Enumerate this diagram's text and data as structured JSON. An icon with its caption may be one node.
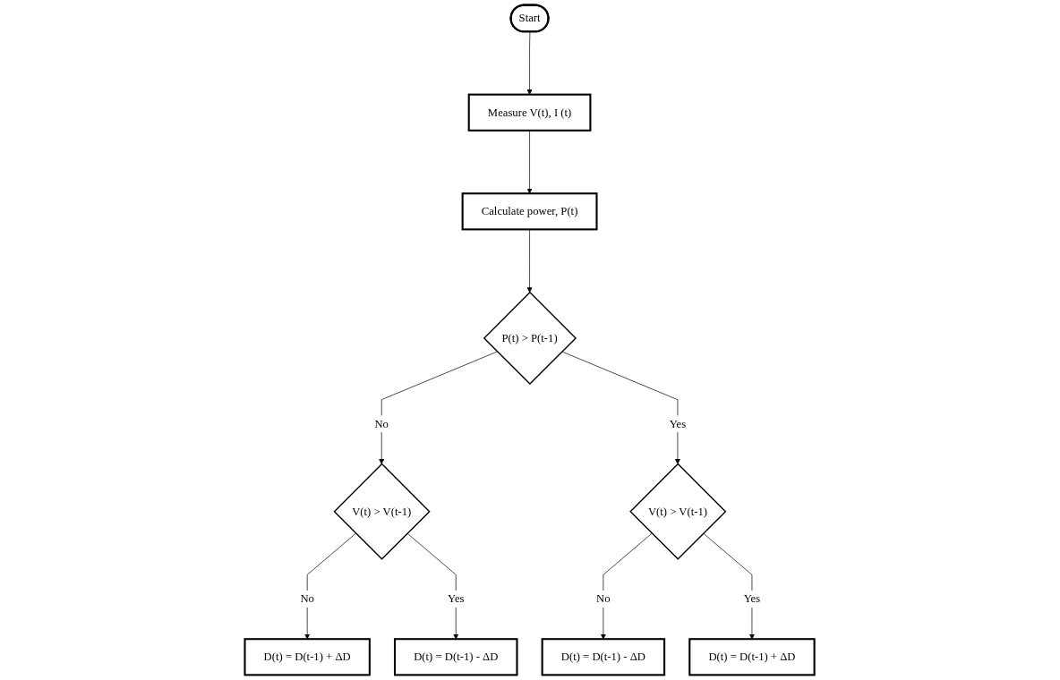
{
  "diagram": {
    "nodes": [
      {
        "text": [
          "Start"
        ]
      },
      {
        "text": [
          "Measure V(t), I (t)"
        ]
      },
      {
        "text": [
          "Calculate power, P(t)"
        ]
      },
      {
        "text": [
          "P(t) > P(t-1)"
        ]
      },
      {
        "text": [
          "V(t) > V(t-1)"
        ]
      },
      {
        "text": [
          "V(t) > V(t-1)"
        ]
      },
      {
        "text": [
          "D(t) = D(t-1) + ΔD"
        ]
      },
      {
        "text": [
          "D(t) = D(t-1) - ΔD"
        ]
      },
      {
        "text": [
          "D(t) = D(t-1) - ΔD"
        ]
      },
      {
        "text": [
          "D(t) = D(t-1) + ΔD"
        ]
      }
    ],
    "edges": [
      {
        "from": 0,
        "to": 1,
        "arrow": "to"
      },
      {
        "from": 1,
        "to": 2,
        "arrow": "to"
      },
      {
        "from": 2,
        "to": 3,
        "arrow": "to"
      },
      {
        "from": 3,
        "to": 4,
        "arrow": "to",
        "label": "No"
      },
      {
        "from": 3,
        "to": 5,
        "arrow": "to",
        "label": "Yes"
      },
      {
        "from": 4,
        "to": 6,
        "arrow": "to",
        "label": "No"
      },
      {
        "from": 4,
        "to": 7,
        "arrow": "to",
        "label": "Yes"
      },
      {
        "from": 5,
        "to": 8,
        "arrow": "to",
        "label": "No"
      },
      {
        "from": 5,
        "to": 9,
        "arrow": "to",
        "label": "Yes"
      }
    ]
  }
}
